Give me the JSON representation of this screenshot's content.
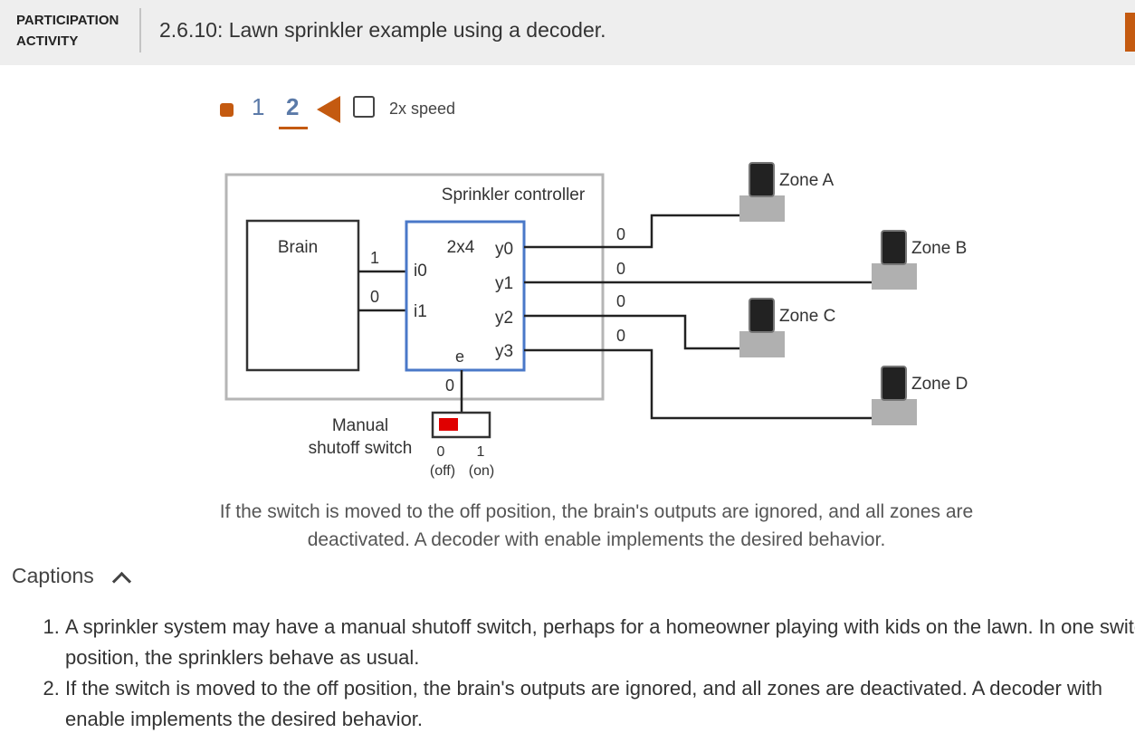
{
  "header": {
    "label_line1": "PARTICIPATION",
    "label_line2": "ACTIVITY",
    "title": "2.6.10: Lawn sprinkler example using a decoder."
  },
  "controls": {
    "step1": "1",
    "step2": "2",
    "speed_label": "2x speed"
  },
  "diagram": {
    "controller_label": "Sprinkler controller",
    "brain_label": "Brain",
    "brain_out_i0": "1",
    "brain_out_i1": "0",
    "decoder_type": "2x4",
    "in_i0": "i0",
    "in_i1": "i1",
    "enable": "e",
    "enable_value": "0",
    "out_y0": "y0",
    "out_y1": "y1",
    "out_y2": "y2",
    "out_y3": "y3",
    "val_y0": "0",
    "val_y1": "0",
    "val_y2": "0",
    "val_y3": "0",
    "zone_a": "Zone A",
    "zone_b": "Zone B",
    "zone_c": "Zone C",
    "zone_d": "Zone D",
    "switch_label_line1": "Manual",
    "switch_label_line2": "shutoff switch",
    "switch_pos0": "0",
    "switch_pos1": "1",
    "switch_pos0_desc": "(off)",
    "switch_pos1_desc": "(on)",
    "colors": {
      "switch_knob": "#e00000",
      "accent": "#c45a10",
      "decoder_border": "#4a78c8"
    }
  },
  "current_caption": "If the switch is moved to the off position, the brain's outputs are ignored, and all zones are deactivated. A decoder with enable implements the desired behavior.",
  "captions": {
    "toggle_label": "Captions",
    "items": [
      "A sprinkler system may have a manual shutoff switch, perhaps for a homeowner playing with kids on the lawn. In one switch position, the sprinklers behave as usual.",
      "If the switch is moved to the off position, the brain's outputs are ignored, and all zones are deactivated. A decoder with enable implements the desired behavior."
    ]
  }
}
